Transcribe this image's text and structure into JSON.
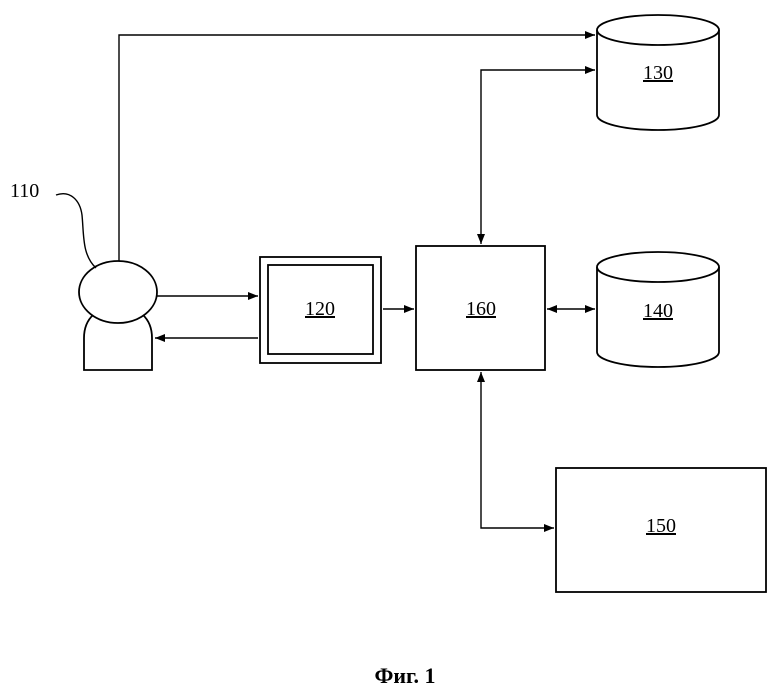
{
  "figure": {
    "caption": "Фиг. 1"
  },
  "nodes": {
    "user": {
      "ref": "110"
    },
    "terminal": {
      "ref": "120"
    },
    "db_top": {
      "ref": "130"
    },
    "db_right": {
      "ref": "140"
    },
    "box_bottom": {
      "ref": "150"
    },
    "server": {
      "ref": "160"
    }
  }
}
